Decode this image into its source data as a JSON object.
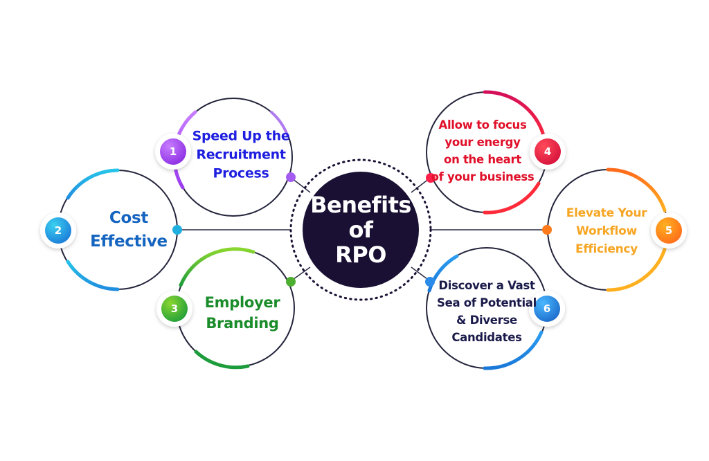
{
  "center": {
    "title": "Benefits\nof\nRPO",
    "fill": "#1a1033"
  },
  "items": [
    {
      "num": "1",
      "label": "Speed Up the\nRecruitment\nProcess",
      "color": "#1e1ee0",
      "accent_from": "#9b3cf0",
      "accent_to": "#c77dff"
    },
    {
      "num": "2",
      "label": "Cost\nEffective",
      "color": "#1565c0",
      "accent_from": "#1f8de0",
      "accent_to": "#27c3e8"
    },
    {
      "num": "3",
      "label": "Employer\nBranding",
      "color": "#1a8c2a",
      "accent_from": "#1c9c3a",
      "accent_to": "#8ad630"
    },
    {
      "num": "4",
      "label": "Allow to focus\nyour energy\non the heart\nof your business",
      "color": "#e0102a",
      "accent_from": "#d40f5a",
      "accent_to": "#ff2a3a"
    },
    {
      "num": "5",
      "label": "Elevate Your\nWorkflow\nEfficiency",
      "color": "#f6a623",
      "accent_from": "#ff6a1a",
      "accent_to": "#ffb020"
    },
    {
      "num": "6",
      "label": "Discover a Vast\nSea of Potential\n& Diverse\nCandidates",
      "color": "#1a1a4a",
      "accent_from": "#1a78d8",
      "accent_to": "#2a9cf0"
    }
  ]
}
